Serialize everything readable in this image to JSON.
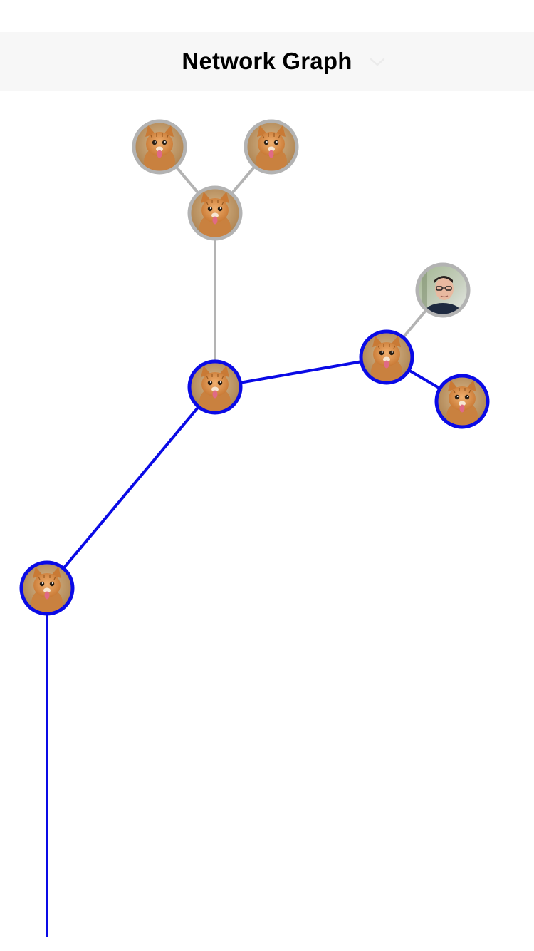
{
  "nav": {
    "title": "Network Graph",
    "dropdown_icon": "chevron-down-icon"
  },
  "colors": {
    "selected": "#0a0ae6",
    "unselected": "#b3b3b3",
    "nav_background": "#f7f7f7",
    "nav_border": "#b2b2b2"
  },
  "graph": {
    "nodes": [
      {
        "id": "top-left",
        "avatar": "cat",
        "state": "unselected"
      },
      {
        "id": "top-right",
        "avatar": "cat",
        "state": "unselected"
      },
      {
        "id": "hub-upper",
        "avatar": "cat",
        "state": "unselected"
      },
      {
        "id": "person",
        "avatar": "person",
        "state": "unselected"
      },
      {
        "id": "hub-center",
        "avatar": "cat",
        "state": "selected"
      },
      {
        "id": "right-hub",
        "avatar": "cat",
        "state": "selected"
      },
      {
        "id": "right-leaf",
        "avatar": "cat",
        "state": "selected"
      },
      {
        "id": "left-root",
        "avatar": "cat",
        "state": "selected"
      }
    ],
    "edges": [
      {
        "from": "top-left",
        "to": "hub-upper",
        "state": "unselected"
      },
      {
        "from": "top-right",
        "to": "hub-upper",
        "state": "unselected"
      },
      {
        "from": "hub-upper",
        "to": "hub-center",
        "state": "unselected"
      },
      {
        "from": "person",
        "to": "right-hub",
        "state": "unselected"
      },
      {
        "from": "hub-center",
        "to": "right-hub",
        "state": "selected"
      },
      {
        "from": "right-hub",
        "to": "right-leaf",
        "state": "selected"
      },
      {
        "from": "hub-center",
        "to": "left-root",
        "state": "selected"
      },
      {
        "from": "left-root",
        "to": "offscreen-bottom",
        "state": "selected"
      }
    ]
  }
}
